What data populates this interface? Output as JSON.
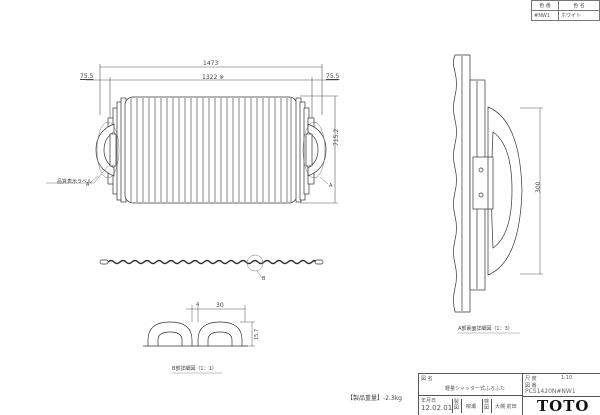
{
  "color_table": {
    "headers": [
      "色 番",
      "色 名"
    ],
    "rows": [
      [
        "#NW1",
        "ホワイト"
      ]
    ]
  },
  "top_view": {
    "dimensions": {
      "overall_width": "1473",
      "inner_width": "1322 ※",
      "left_offset": "75.5",
      "right_offset": "75.5",
      "height": "715.2"
    },
    "callouts": {
      "label": "品質表示ラベル",
      "detail_marker_left": "A",
      "detail_marker_right": "A"
    }
  },
  "side_view": {
    "detail_marker": "B"
  },
  "section_b": {
    "dimensions": {
      "gap": "4",
      "pitch": "30",
      "height": "15.7"
    },
    "caption": "B部詳細図（1：1）"
  },
  "detail_a": {
    "dimensions": {
      "handle_length": "300"
    },
    "caption": "A部裏面詳細図（1：3）"
  },
  "weight_note": "【製品重量】-2.3kg",
  "title_block": {
    "name_label": "図 名",
    "name_value": "軽量シャッター式ふろふた",
    "scale_label": "尺 度",
    "scale_value": "1:10",
    "number_label": "図 番",
    "number_value": "PCS1420N#NW1",
    "date_label": "年月日",
    "date_value": "12.02.01",
    "drawn_label": "製図",
    "drawn_value": "柳瀬",
    "checked_label": "検図",
    "checked_value": "大槻 前田",
    "brand": "TOTO"
  }
}
